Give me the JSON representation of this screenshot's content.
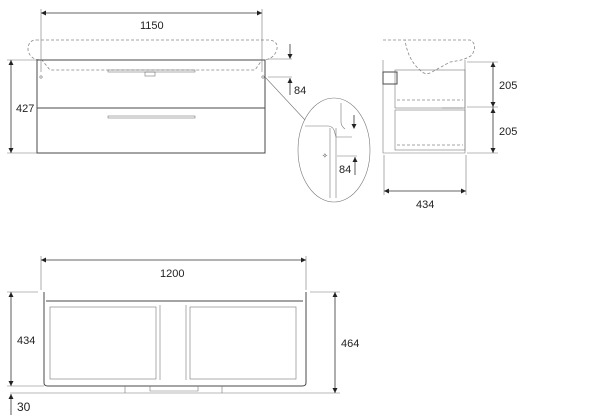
{
  "front_view": {
    "width_label": "1150",
    "height_label": "427",
    "offset_label": "84"
  },
  "detail_view": {
    "offset_label": "84"
  },
  "side_view": {
    "drawer_top_label": "205",
    "drawer_bottom_label": "205",
    "depth_label": "434"
  },
  "plan_view": {
    "width_label": "1200",
    "depth_label": "434",
    "total_depth_label": "464",
    "offset_label": "30"
  },
  "colors": {
    "line": "#4a4a4a",
    "text": "#222222"
  }
}
